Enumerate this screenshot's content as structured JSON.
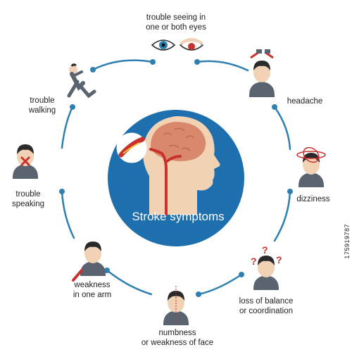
{
  "diagram": {
    "title": "Stroke symptoms",
    "colors": {
      "ring": "#2f7fb1",
      "circle": "#1d6fae",
      "skin": "#f1d2b4",
      "brain": "#d9886c",
      "artery": "#c8312d",
      "hair": "#2a2a2a",
      "shirt": "#5a6470",
      "text": "#1f1f1f"
    },
    "symptoms": [
      {
        "id": "vision",
        "label": "trouble seeing in\none or both eyes",
        "icon": "eyes-icon"
      },
      {
        "id": "headache",
        "label": "headache",
        "icon": "headache-person-icon"
      },
      {
        "id": "dizziness",
        "label": "dizziness",
        "icon": "dizzy-person-icon"
      },
      {
        "id": "balance",
        "label": "loss of balance\nor coordination",
        "icon": "confused-person-icon"
      },
      {
        "id": "face",
        "label": "numbness\nor weakness of face",
        "icon": "face-numbness-icon"
      },
      {
        "id": "arm",
        "label": "weakness\nin one arm",
        "icon": "arm-weakness-icon"
      },
      {
        "id": "speaking",
        "label": "trouble\nspeaking",
        "icon": "speech-blocked-icon"
      },
      {
        "id": "walking",
        "label": "trouble\nwalking",
        "icon": "stumbling-man-icon"
      }
    ]
  },
  "stock_id": "175919787"
}
